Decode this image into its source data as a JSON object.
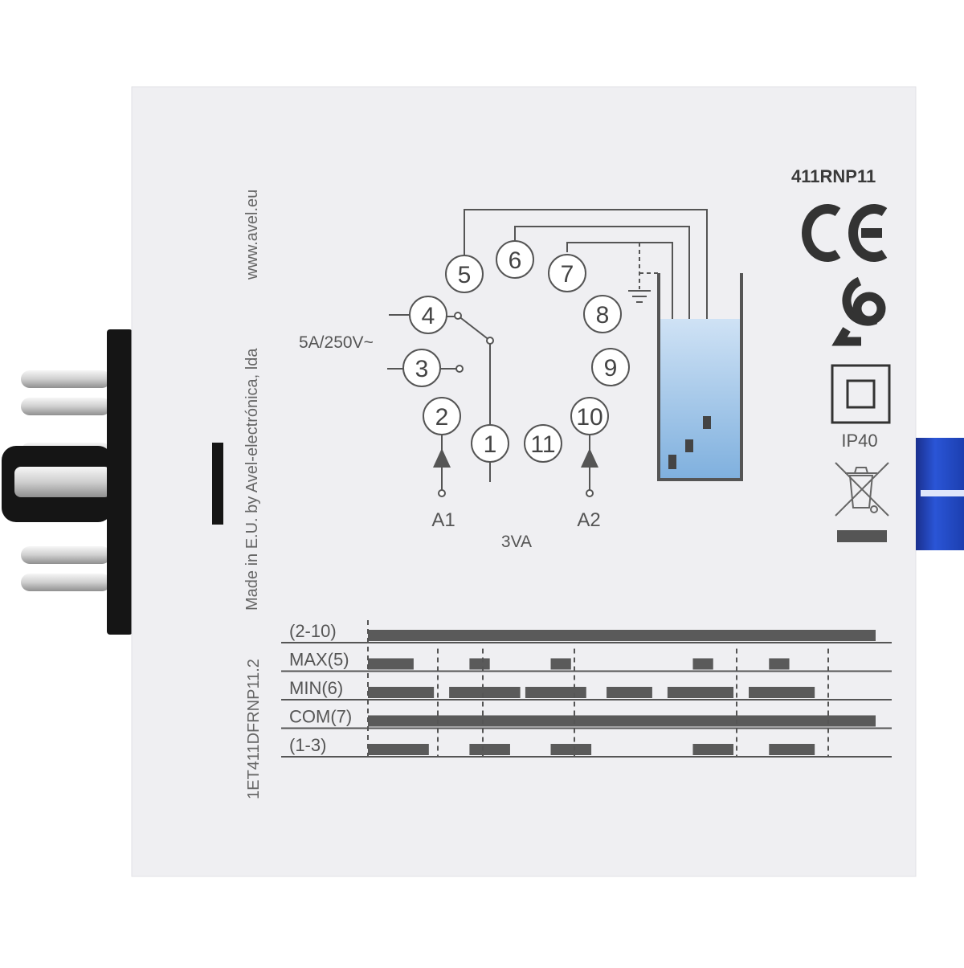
{
  "device": {
    "model": "411RNP11",
    "website": "www.avel.eu",
    "manufacturer": "Made in E.U. by Avel-electrónica, lda",
    "part_number": "1ET411DFRNP11.2",
    "contact_rating": "5A/250V~",
    "power_rating": "3VA",
    "ingress_rating": "IP40"
  },
  "terminals": {
    "pins": [
      "1",
      "2",
      "3",
      "4",
      "5",
      "6",
      "7",
      "8",
      "9",
      "10",
      "11"
    ],
    "supply_a1": "A1",
    "supply_a2": "A2"
  },
  "timing": {
    "rows": [
      {
        "label": "(2-10)",
        "pulses": [
          [
            0,
            1
          ]
        ]
      },
      {
        "label": "MAX(5)",
        "pulses": [
          [
            0,
            0.09
          ],
          [
            0.2,
            0.24
          ],
          [
            0.36,
            0.4
          ],
          [
            0.64,
            0.68
          ],
          [
            0.79,
            0.83
          ]
        ]
      },
      {
        "label": "MIN(6)",
        "pulses": [
          [
            0,
            0.13
          ],
          [
            0.16,
            0.3
          ],
          [
            0.31,
            0.43
          ],
          [
            0.47,
            0.56
          ],
          [
            0.59,
            0.72
          ],
          [
            0.75,
            0.88
          ]
        ]
      },
      {
        "label": "COM(7)",
        "pulses": [
          [
            0,
            1
          ]
        ]
      },
      {
        "label": "(1-3)",
        "pulses": [
          [
            0,
            0.12
          ],
          [
            0.2,
            0.28
          ],
          [
            0.36,
            0.44
          ],
          [
            0.64,
            0.72
          ],
          [
            0.79,
            0.88
          ]
        ]
      }
    ]
  },
  "colors": {
    "housing": "#efeff2",
    "ink": "#505050",
    "water": "#aac8e8",
    "connector_blue": "#1c3fb0",
    "pin_black": "#151515"
  }
}
